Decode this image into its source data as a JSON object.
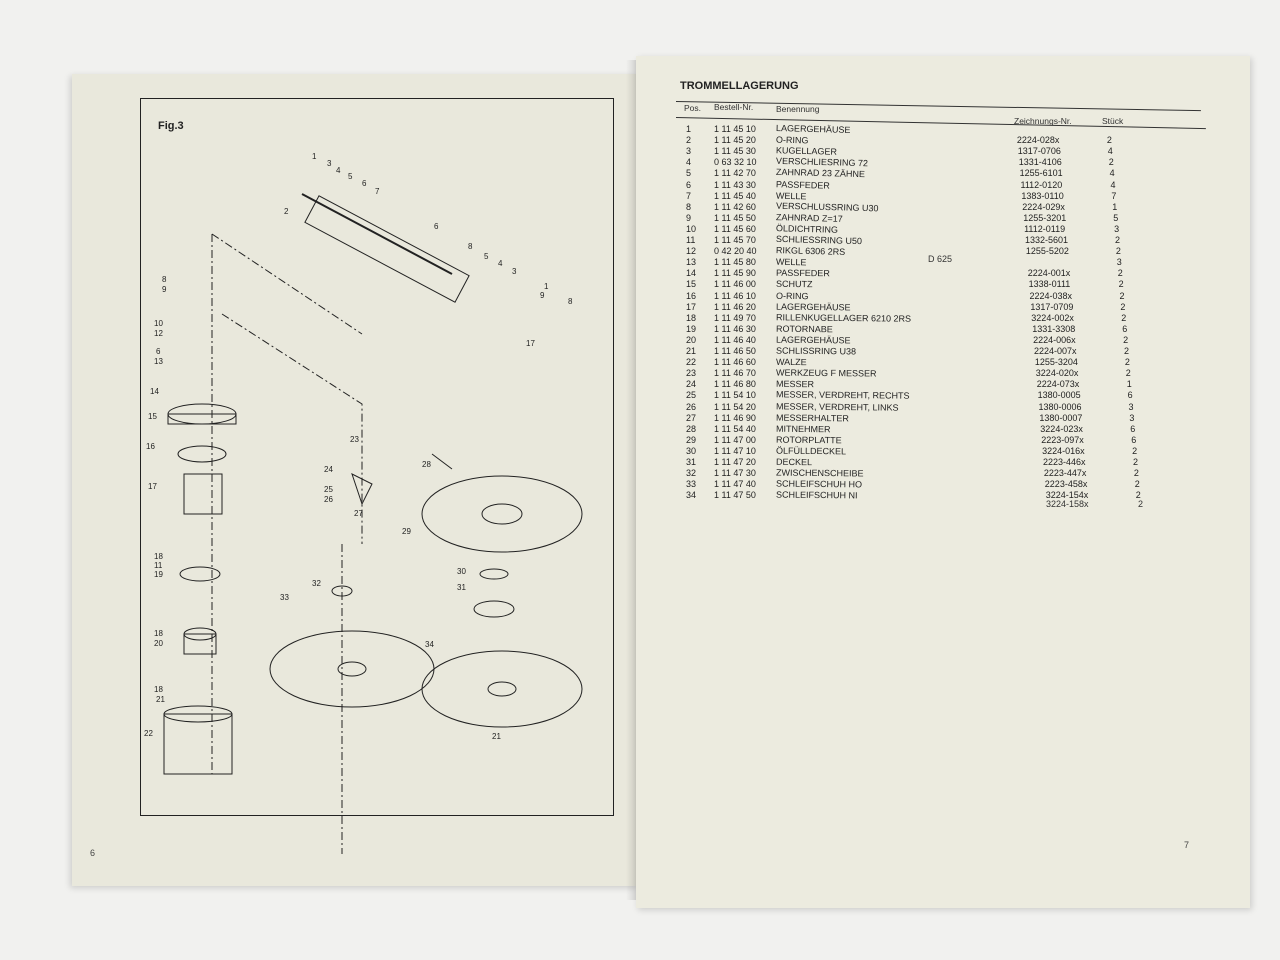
{
  "left_page": {
    "figure_label": "Fig.3",
    "page_number": "6",
    "callouts": [
      "1",
      "3",
      "4",
      "5",
      "6",
      "7",
      "2",
      "6",
      "8",
      "5",
      "4",
      "3",
      "1",
      "9",
      "8",
      "17",
      "8",
      "9",
      "10",
      "12",
      "6",
      "13",
      "14",
      "15",
      "16",
      "17",
      "18",
      "11",
      "19",
      "18",
      "20",
      "18",
      "21",
      "22",
      "23",
      "24",
      "25",
      "26",
      "27",
      "28",
      "29",
      "30",
      "31",
      "32",
      "33",
      "34",
      "21"
    ]
  },
  "right_page": {
    "title": "TROMMELLAGERUNG",
    "page_number": "7",
    "headers": {
      "pos": "Pos.",
      "bestell": "Bestell-Nr.",
      "benennung": "Benennung",
      "zeichnung": "Zeichnungs-Nr.",
      "stueck": "Stück"
    },
    "rows": [
      [
        "1",
        "1 11 45 10",
        "LAGERGEHÄUSE",
        "",
        ""
      ],
      [
        "2",
        "1 11 45 20",
        "O-RING",
        "2224-028x",
        "2"
      ],
      [
        "3",
        "1 11 45 30",
        "KUGELLAGER",
        "1317-0706",
        "4"
      ],
      [
        "4",
        "0 63 32 10",
        "VERSCHLIESRING 72",
        "1331-4106",
        "2"
      ],
      [
        "5",
        "1 11 42 70",
        "ZAHNRAD 23 ZÄHNE",
        "1255-6101",
        "4"
      ],
      [
        "6",
        "1 11 43 30",
        "PASSFEDER",
        "1112-0120",
        "4"
      ],
      [
        "7",
        "1 11 45 40",
        "WELLE",
        "1383-0110",
        "7"
      ],
      [
        "8",
        "1 11 42 60",
        "VERSCHLUSSRING U30",
        "2224-029x",
        "1"
      ],
      [
        "9",
        "1 11 45 50",
        "ZAHNRAD Z=17",
        "1255-3201",
        "5"
      ],
      [
        "10",
        "1 11 45 60",
        "ÖLDICHTRING",
        "1112-0119",
        "3"
      ],
      [
        "11",
        "1 11 45 70",
        "SCHLIESSRING U50",
        "1332-5601",
        "2"
      ],
      [
        "12",
        "0 42 20 40",
        "RIKGL 6306 2RS",
        "1255-5202",
        "2"
      ],
      [
        "13",
        "1 11 45 80",
        "WELLE",
        "",
        "3"
      ],
      [
        "14",
        "1 11 45 90",
        "PASSFEDER",
        "2224-001x",
        "2"
      ],
      [
        "15",
        "1 11 46 00",
        "SCHUTZ",
        "1338-0111",
        "2"
      ],
      [
        "16",
        "1 11 46 10",
        "O-RING",
        "2224-038x",
        "2"
      ],
      [
        "17",
        "1 11 46 20",
        "LAGERGEHÄUSE",
        "1317-0709",
        "2"
      ],
      [
        "18",
        "1 11 49 70",
        "RILLENKUGELLAGER 6210 2RS",
        "3224-002x",
        "2"
      ],
      [
        "19",
        "1 11 46 30",
        "ROTORNABE",
        "1331-3308",
        "6"
      ],
      [
        "20",
        "1 11 46 40",
        "LAGERGEHÄUSE",
        "2224-006x",
        "2"
      ],
      [
        "21",
        "1 11 46 50",
        "SCHLISSRING U38",
        "2224-007x",
        "2"
      ],
      [
        "22",
        "1 11 46 60",
        "WALZE",
        "1255-3204",
        "2"
      ],
      [
        "23",
        "1 11 46 70",
        "WERKZEUG F MESSER",
        "3224-020x",
        "2"
      ],
      [
        "24",
        "1 11 46 80",
        "MESSER",
        "2224-073x",
        "1"
      ],
      [
        "25",
        "1 11 54 10",
        "MESSER, VERDREHT, RECHTS",
        "1380-0005",
        "6"
      ],
      [
        "26",
        "1 11 54 20",
        "MESSER, VERDREHT, LINKS",
        "1380-0006",
        "3"
      ],
      [
        "27",
        "1 11 46 90",
        "MESSERHALTER",
        "1380-0007",
        "3"
      ],
      [
        "28",
        "1 11 54 40",
        "MITNEHMER",
        "3224-023x",
        "6"
      ],
      [
        "29",
        "1 11 47 00",
        "ROTORPLATTE",
        "2223-097x",
        "6"
      ],
      [
        "30",
        "1 11 47 10",
        "ÖLFÜLLDECKEL",
        "3224-016x",
        "2"
      ],
      [
        "31",
        "1 11 47 20",
        "DECKEL",
        "2223-446x",
        "2"
      ],
      [
        "32",
        "1 11 47 30",
        "ZWISCHENSCHEIBE",
        "2223-447x",
        "2"
      ],
      [
        "33",
        "1 11 47 40",
        "SCHLEIFSCHUH HO",
        "2223-458x",
        "2"
      ],
      [
        "34",
        "1 11 47 50",
        "SCHLEIFSCHUH NI",
        "3224-154x",
        "2"
      ]
    ],
    "extra_note": "D 625",
    "trailing_drawing_no": "3224-158x",
    "trailing_qty": "2"
  }
}
